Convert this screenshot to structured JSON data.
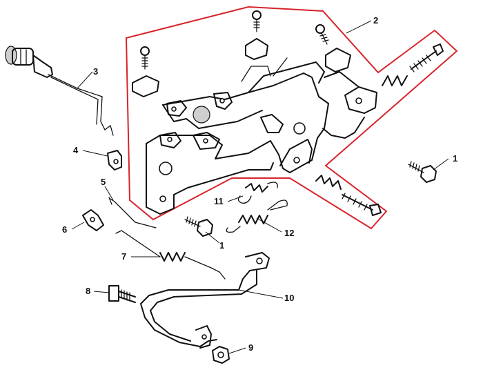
{
  "highlight_color": "#d8232a",
  "callouts": [
    {
      "id": "c1a",
      "text": "1"
    },
    {
      "id": "c2",
      "text": "2"
    },
    {
      "id": "c3",
      "text": "3"
    },
    {
      "id": "c4",
      "text": "4"
    },
    {
      "id": "c5",
      "text": "5"
    },
    {
      "id": "c6",
      "text": "6"
    },
    {
      "id": "c1b",
      "text": "1"
    },
    {
      "id": "c7",
      "text": "7"
    },
    {
      "id": "c8",
      "text": "8"
    },
    {
      "id": "c9",
      "text": "9"
    },
    {
      "id": "c10",
      "text": "10"
    },
    {
      "id": "c11",
      "text": "11"
    },
    {
      "id": "c12",
      "text": "12"
    }
  ]
}
